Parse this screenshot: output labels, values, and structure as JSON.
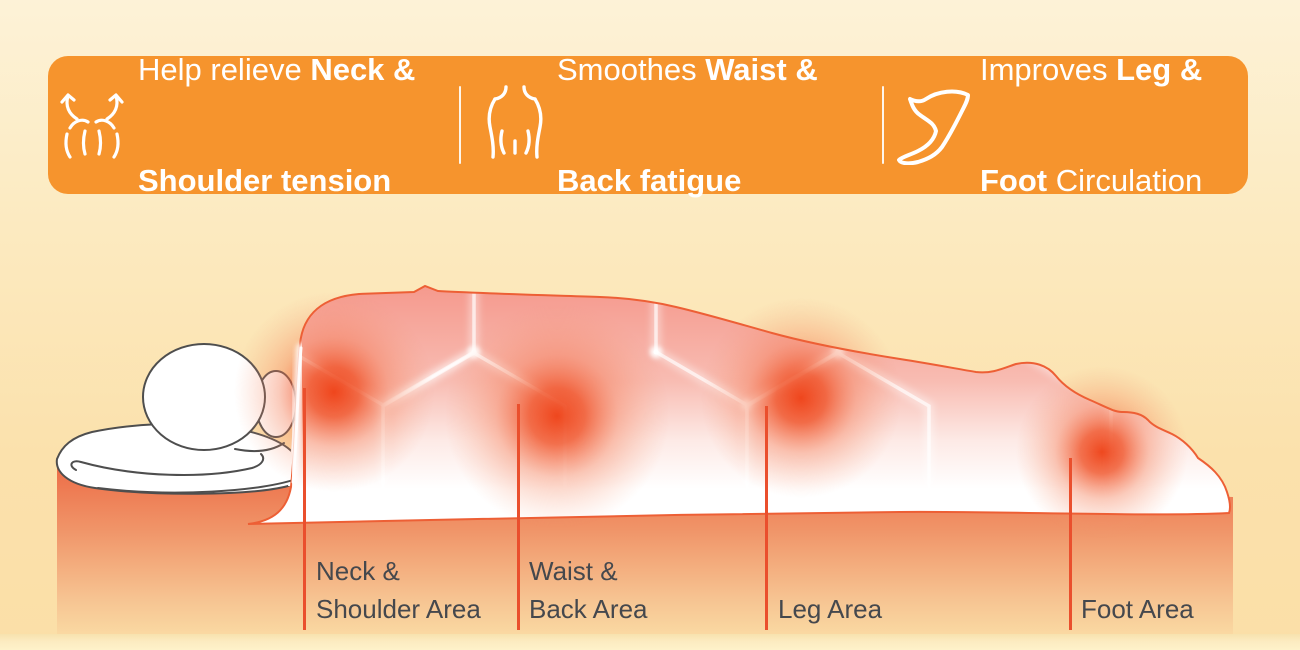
{
  "banner": {
    "bg_color": "#F6942D",
    "items": [
      {
        "icon": "neck-shoulder-icon",
        "line1_normal": "Help relieve ",
        "line1_bold": "Neck &",
        "line2_bold": "Shoulder tension",
        "line2_normal": ""
      },
      {
        "icon": "waist-back-icon",
        "line1_normal": "Smoothes ",
        "line1_bold": "Waist &",
        "line2_bold": "Back fatigue",
        "line2_normal": ""
      },
      {
        "icon": "leg-foot-icon",
        "line1_normal": "Improves ",
        "line1_bold": "Leg &",
        "line2_bold": "Foot",
        "line2_normal": " Circulation"
      }
    ]
  },
  "areas": [
    {
      "line1": "Neck &",
      "line2": "Shoulder Area"
    },
    {
      "line1": "Waist &",
      "line2": "Back Area"
    },
    {
      "line1": "",
      "line2": "Leg Area"
    },
    {
      "line1": "",
      "line2": "Foot Area"
    }
  ],
  "colors": {
    "banner_orange": "#F6942D",
    "heat_spot_red": "#EE4318",
    "marker_line_red": "#EA4F2D",
    "blanket_pink": "#F5998D",
    "bed_orange": "#EC6843",
    "label_text": "#45484D",
    "background_top": "#FDF2D7",
    "background_bottom": "#FBDFA7"
  }
}
